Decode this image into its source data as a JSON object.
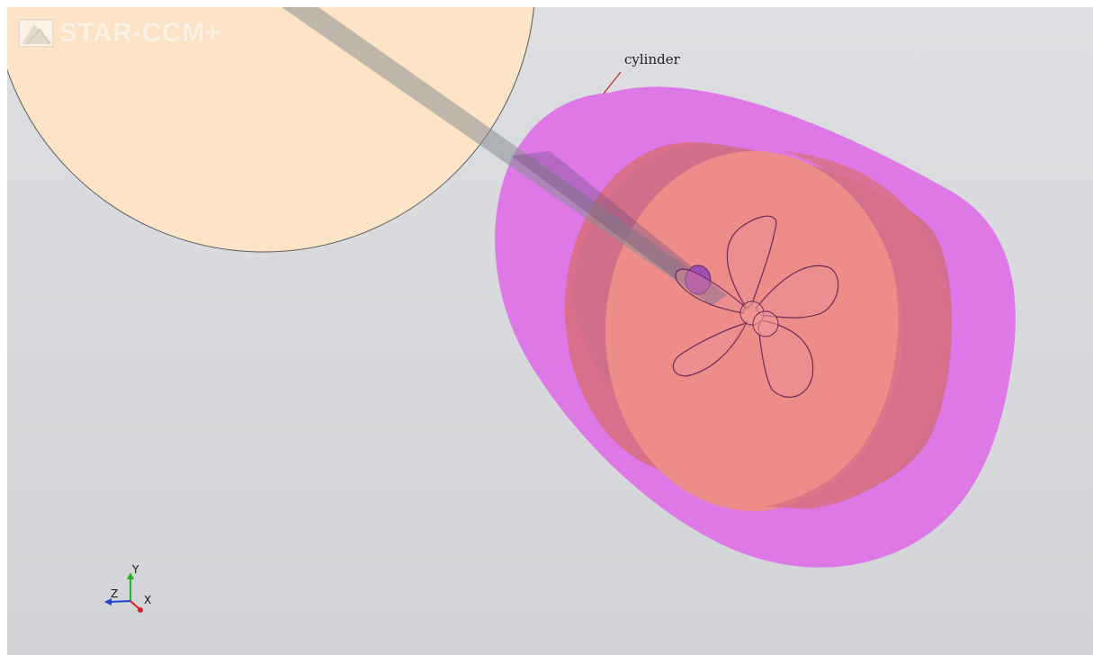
{
  "app": {
    "logo_text": "STAR-CCM+",
    "logo_icon": "star-ccm-logo-icon"
  },
  "viewport": {
    "background_top": "#dcdee1",
    "background_bottom": "#d2d4d7",
    "annotation": {
      "label": "cylinder",
      "leader_color": "#cc2222"
    },
    "objects": [
      {
        "name": "sphere-domain",
        "color": "#fde4c6"
      },
      {
        "name": "shaft",
        "color": "#8a8f94"
      },
      {
        "name": "cylinder",
        "color": "#dd78e6"
      },
      {
        "name": "rotating-region",
        "color": "#f08787"
      },
      {
        "name": "propeller",
        "color": "#6a2a5a"
      }
    ]
  },
  "triad": {
    "x_label": "X",
    "y_label": "Y",
    "z_label": "Z",
    "x_color": "#d42020",
    "y_color": "#22b422",
    "z_color": "#2040d0"
  }
}
